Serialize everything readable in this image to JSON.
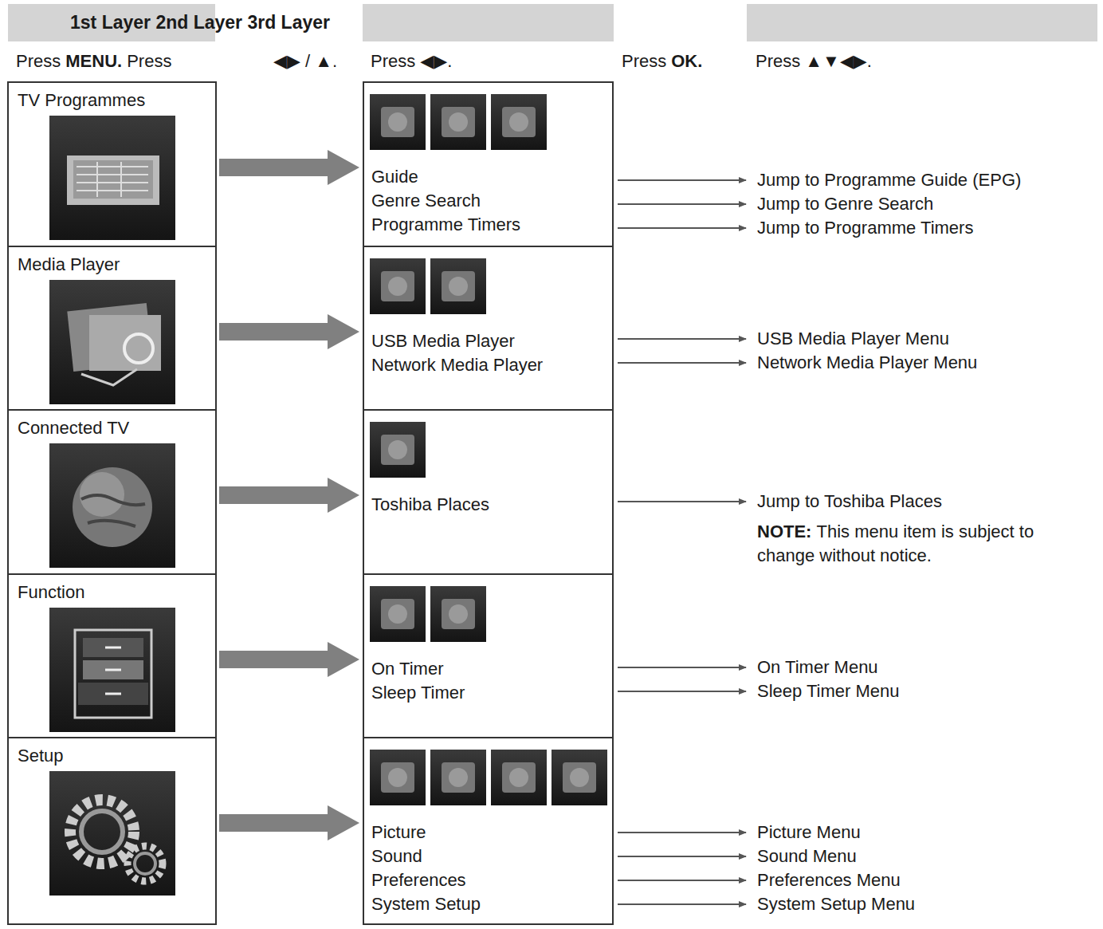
{
  "diagram": {
    "nodes": [
      {
        "text": [
          "1st Layer 2nd Layer 3rd Layer"
        ]
      },
      {
        "text": [
          "TV Programmes"
        ]
      },
      {
        "text": [
          "Media Player"
        ]
      },
      {
        "text": [
          "Connected TV"
        ]
      },
      {
        "text": [
          "Function"
        ]
      },
      {
        "text": [
          "Setup"
        ]
      },
      {
        "text": [
          "Guide",
          "Genre Search",
          "Programme Timers"
        ]
      },
      {
        "text": [
          "USB Media Player",
          "Network Media Player"
        ]
      },
      {
        "text": [
          "Toshiba Places"
        ]
      },
      {
        "text": [
          "On Timer",
          "Sleep Timer"
        ]
      },
      {
        "text": [
          "Picture",
          "Sound",
          "Preferences",
          "System Setup"
        ]
      }
    ],
    "edges": [
      {
        "from": 1,
        "to": 6,
        "arrow": "to"
      },
      {
        "from": 2,
        "to": 7,
        "arrow": "to"
      },
      {
        "from": 3,
        "to": 8,
        "arrow": "to"
      },
      {
        "from": 4,
        "to": 9,
        "arrow": "to"
      },
      {
        "from": 5,
        "to": 10,
        "arrow": "to"
      }
    ],
    "labels": [
      "Press",
      "MENU.",
      "Press",
      "◀▶ / ▲.",
      "Press ◀▶.",
      "Press",
      "OK.",
      "Press ▲▼◀▶.",
      "Jump to Programme Guide (EPG)",
      "Jump to Genre Search",
      "Jump to Programme Timers",
      "USB Media Player Menu",
      "Network Media Player Menu",
      "Jump to Toshiba Places",
      "NOTE:",
      "This menu item is subject to change without notice.",
      "On Timer Menu",
      "Sleep Timer Menu",
      "Picture Menu",
      "Sound Menu",
      "Preferences Menu",
      "System Setup Menu"
    ]
  }
}
